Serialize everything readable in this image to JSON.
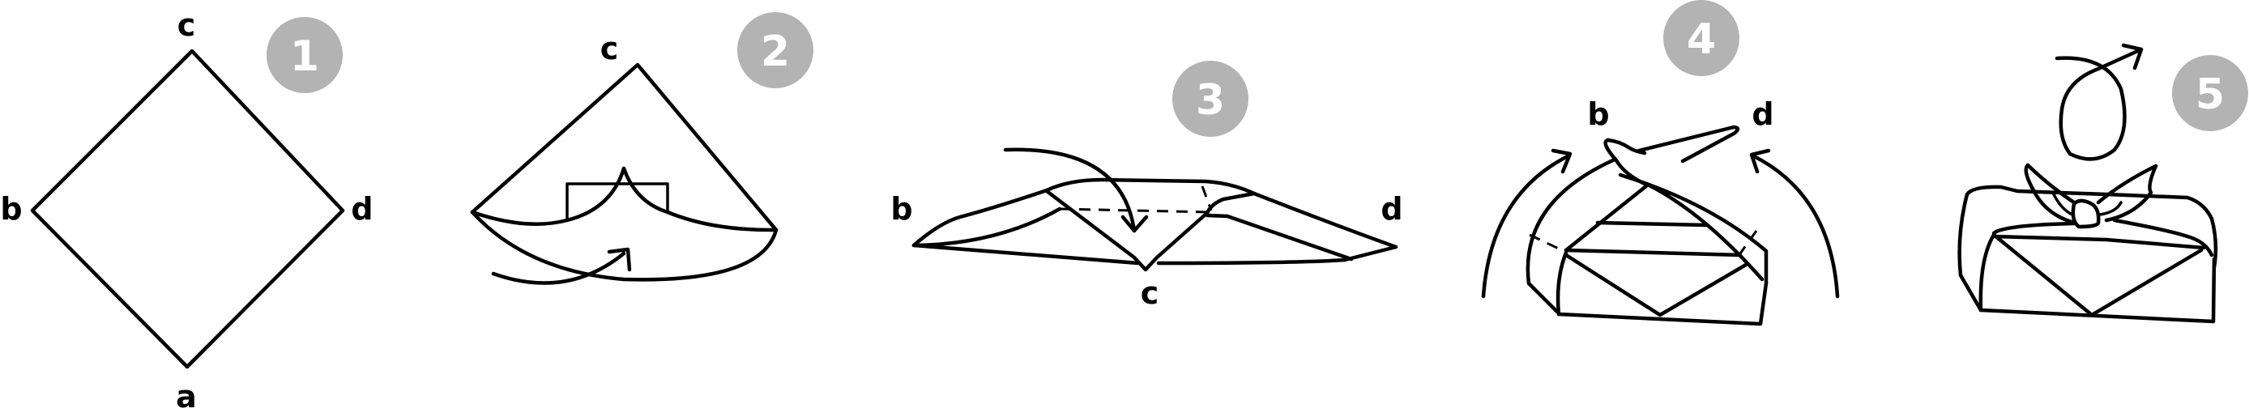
{
  "diagram": {
    "title": "Furoshiki wrapping steps",
    "badge_color": "#b3b3b3",
    "badge_text_color": "#ffffff",
    "line_color": "#000000",
    "steps": [
      {
        "number": "1",
        "labels": {
          "top": "c",
          "left": "b",
          "right": "d",
          "bottom": "a"
        },
        "description": "Square cloth laid out as a diamond with corners a, b, c, d"
      },
      {
        "number": "2",
        "labels": {
          "top": "c"
        },
        "description": "Box placed in center; bottom corner a folded up over the box"
      },
      {
        "number": "3",
        "labels": {
          "left": "b",
          "right": "d",
          "bottom": "c"
        },
        "description": "Top corner c folded down over the box"
      },
      {
        "number": "4",
        "labels": {
          "left": "b",
          "right": "d"
        },
        "description": "Side corners b and d brought up and crossed"
      },
      {
        "number": "5",
        "labels": {},
        "description": "Corners tied into a knot on top"
      }
    ]
  }
}
